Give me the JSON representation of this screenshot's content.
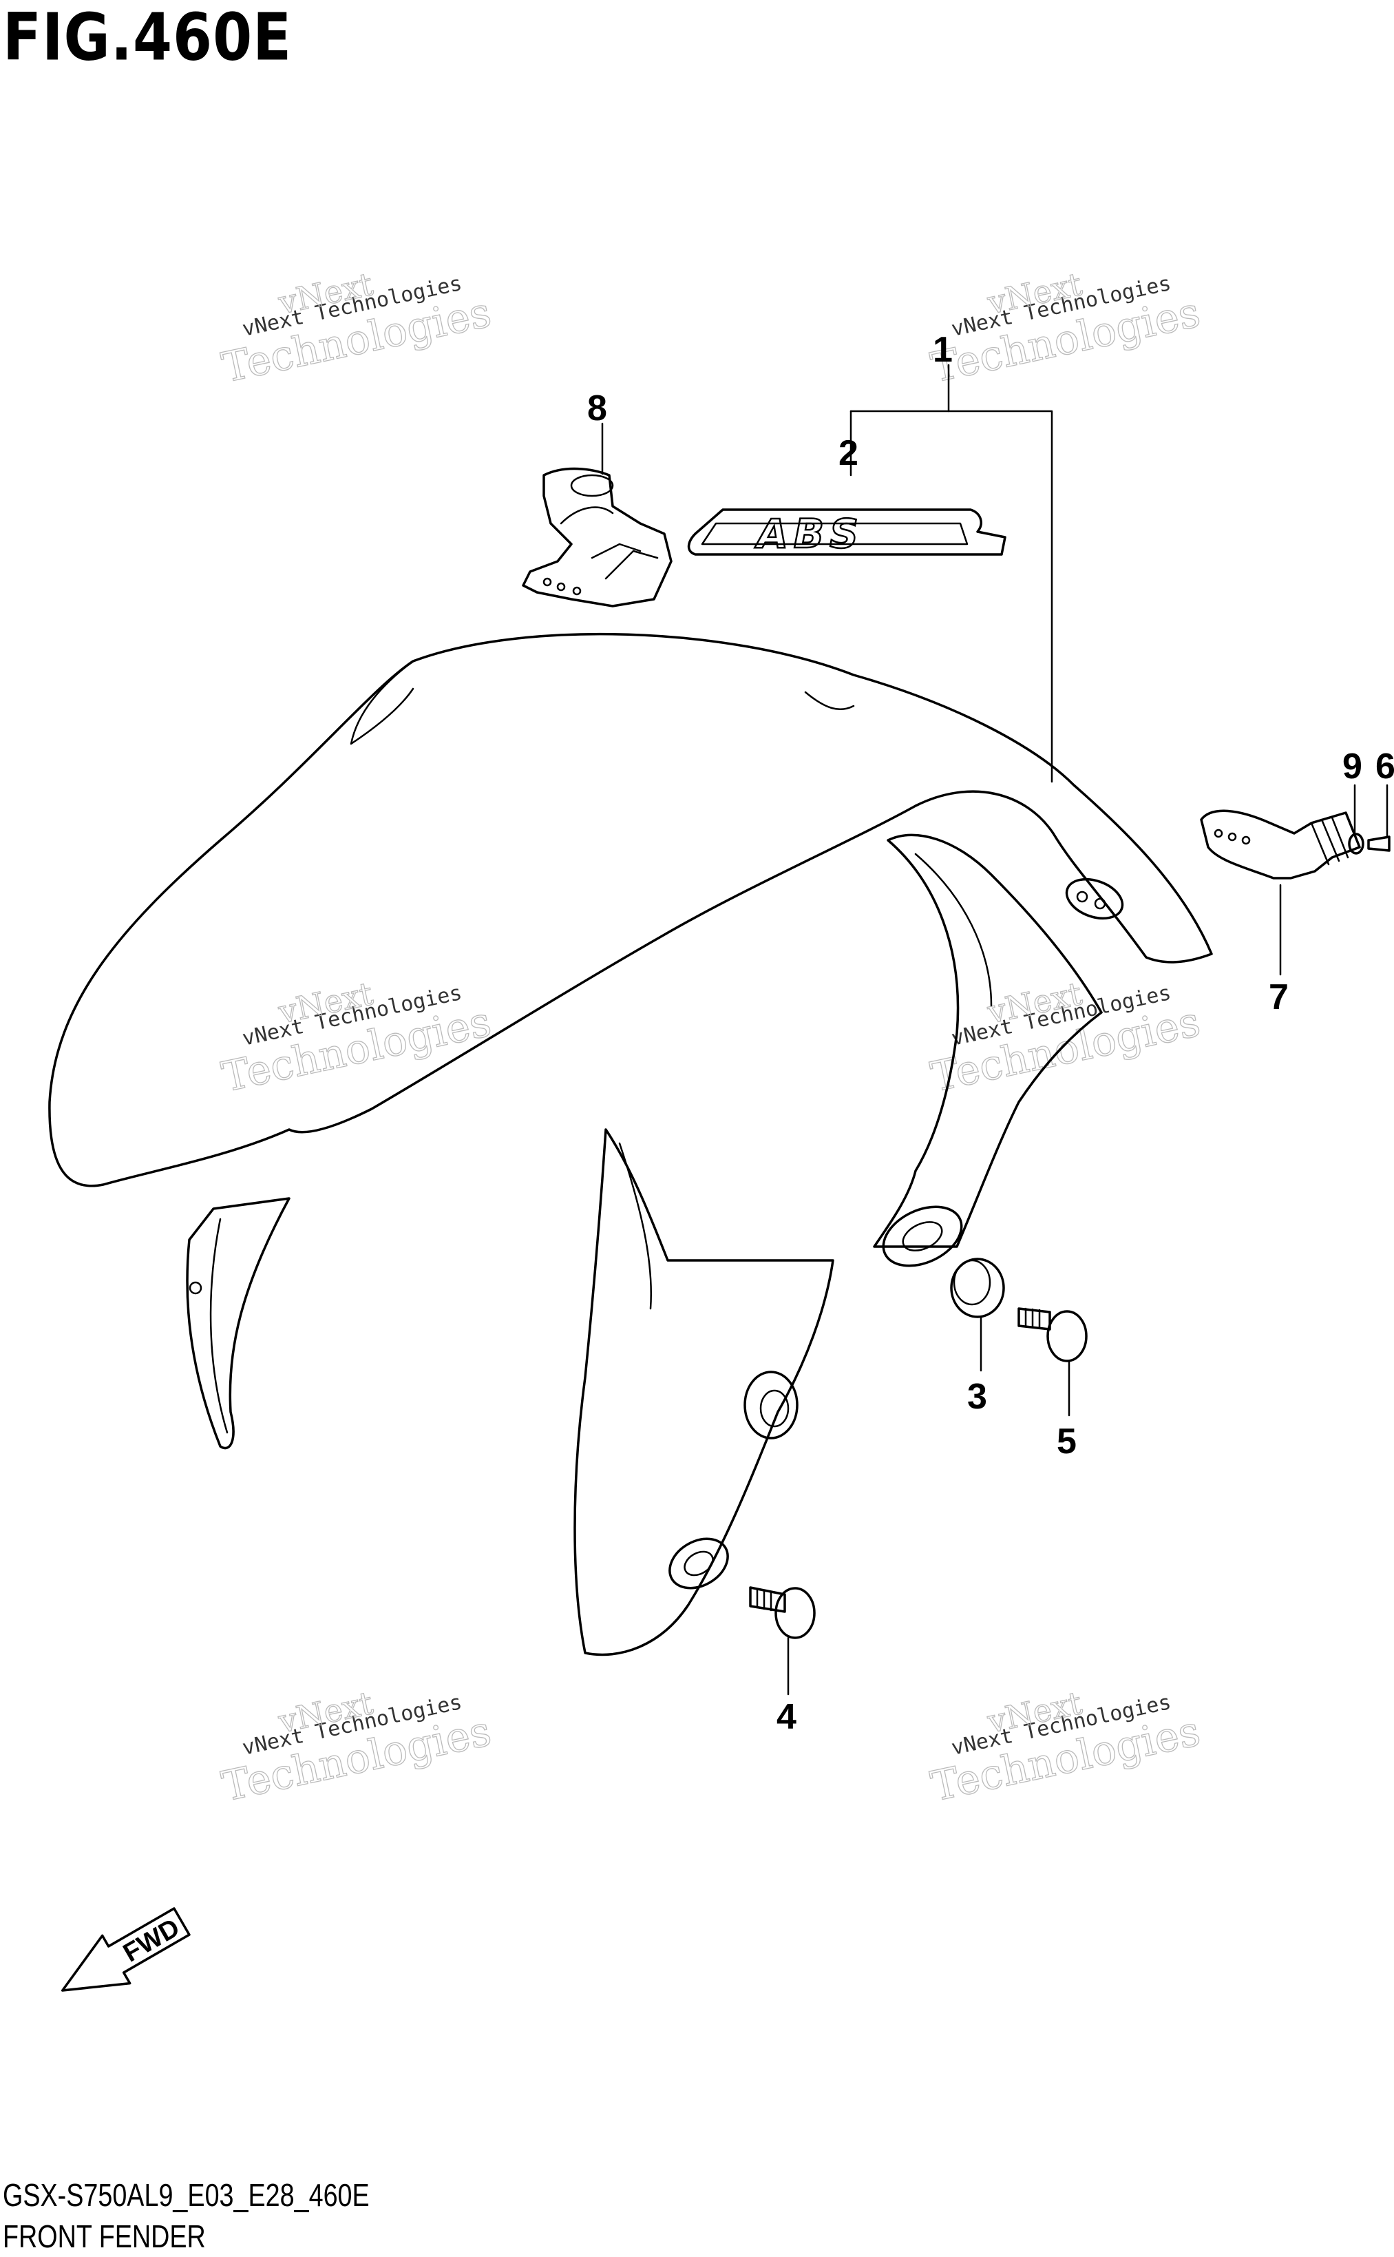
{
  "figure": {
    "title": "FIG.460E",
    "model_code": "GSX-S750AL9_E03_E28_460E",
    "section_name": "FRONT FENDER"
  },
  "callouts": [
    {
      "id": "1",
      "label": "1"
    },
    {
      "id": "2",
      "label": "2"
    },
    {
      "id": "3",
      "label": "3"
    },
    {
      "id": "4",
      "label": "4"
    },
    {
      "id": "5",
      "label": "5"
    },
    {
      "id": "6",
      "label": "6"
    },
    {
      "id": "7",
      "label": "7"
    },
    {
      "id": "8",
      "label": "8"
    },
    {
      "id": "9",
      "label": "9"
    }
  ],
  "emblem": {
    "text": "ABS"
  },
  "direction_arrow": {
    "text": "FWD"
  },
  "watermark": {
    "line1": "vNext",
    "line2": "Technologies",
    "small": "vNext Technologies"
  }
}
